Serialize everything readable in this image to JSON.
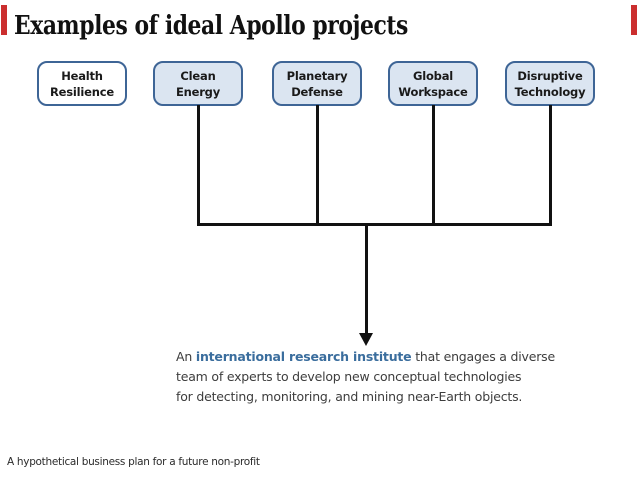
{
  "slide": {
    "title": "Examples of ideal Apollo projects",
    "footer": "A hypothetical business plan for a future non-profit"
  },
  "boxes": [
    {
      "line1": "Health",
      "line2": "Resilience"
    },
    {
      "line1": "Clean",
      "line2": "Energy"
    },
    {
      "line1": "Planetary",
      "line2": "Defense"
    },
    {
      "line1": "Global",
      "line2": "Workspace"
    },
    {
      "line1": "Disruptive",
      "line2": "Technology"
    }
  ],
  "description": {
    "line1_prefix": "An ",
    "line1_highlight": "international research institute",
    "line1_suffix": " that engages a diverse",
    "line2": "team of experts to develop new conceptual technologies",
    "line3": "for detecting, monitoring, and mining near-Earth objects."
  },
  "colors": {
    "box_fill": "#dbe5f1",
    "box_fill_first": "#ffffff",
    "box_border": "#3e6596",
    "highlight_text": "#3a6d9d",
    "edge_marker_red": "#cb2f2f",
    "connector_black": "#111111"
  }
}
